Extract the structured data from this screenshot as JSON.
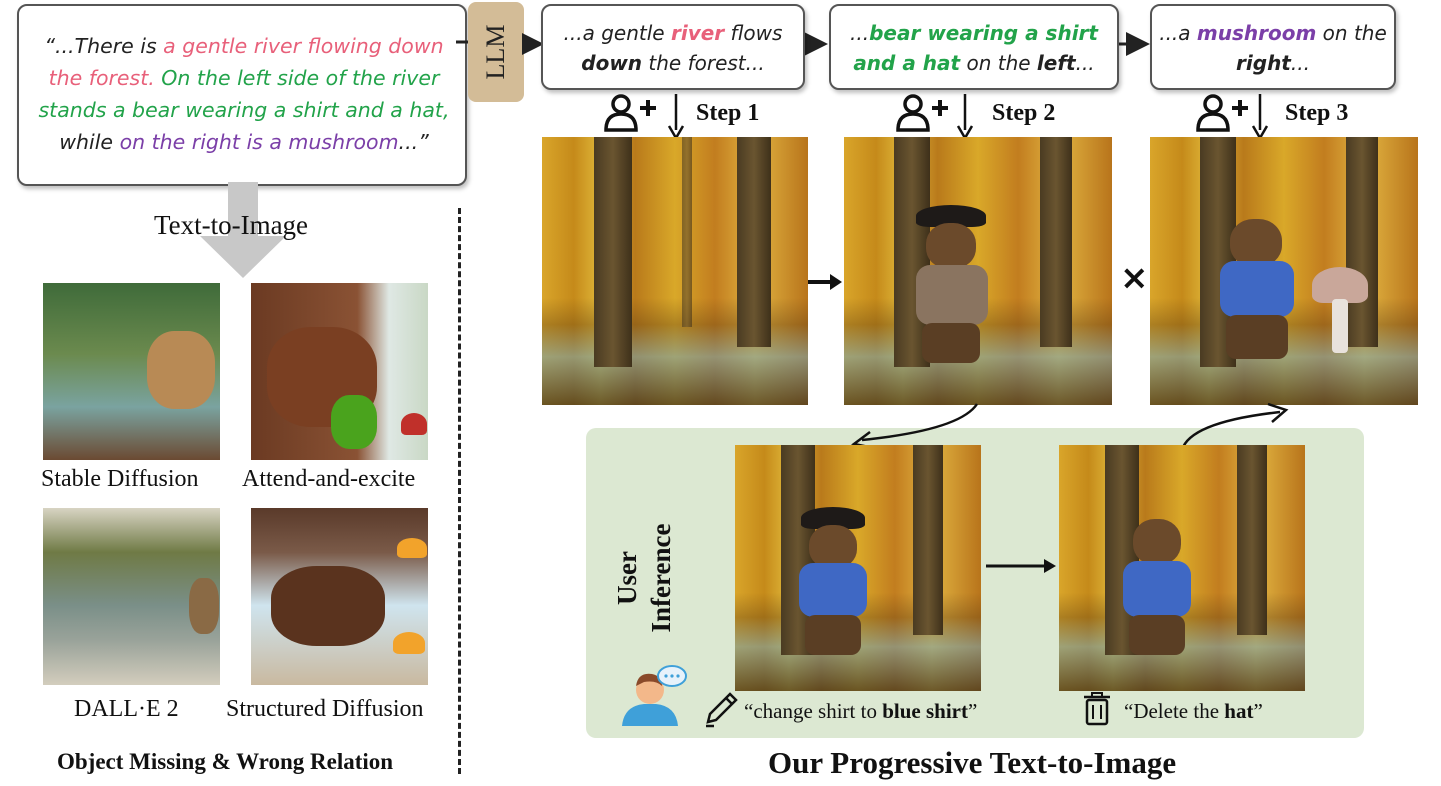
{
  "prompt": {
    "open_quote": "“...",
    "seg1": "There is ",
    "seg2": "a gentle river flowing down the forest. ",
    "seg3": "On the left side of the river stands a bear wearing a shirt and a hat,",
    "seg4": " while ",
    "seg5": "on the right is a mushroom",
    "close": "...”"
  },
  "llm_label": "LLM",
  "steps": [
    {
      "pre": "...a gentle ",
      "key1": "river",
      "mid": " flows ",
      "key2": "down",
      "post": " the forest...",
      "label": "Step 1"
    },
    {
      "pre": "...",
      "key1": "bear wearing a shirt and a hat",
      "mid": " on the ",
      "key2": "left",
      "post": "...",
      "label": "Step 2"
    },
    {
      "pre": "...a ",
      "key1": "mushroom",
      "mid": " on the ",
      "key2": "right",
      "post": "...",
      "label": "Step 3"
    }
  ],
  "text_to_image_label": "Text-to-Image",
  "baselines": [
    "Stable Diffusion",
    "Attend-and-excite",
    "DALL·E 2",
    "Structured Diffusion"
  ],
  "baseline_caption": "Object Missing & Wrong Relation",
  "main_caption": "Our Progressive Text-to-Image",
  "user_inference": {
    "line1": "User",
    "line2": "Inference"
  },
  "edit1": {
    "pre": "“change shirt to ",
    "bold": "blue shirt",
    "post": "”"
  },
  "edit2": {
    "pre": "“Delete the ",
    "bold": "hat",
    "post": "”"
  },
  "cross_mark": "×",
  "colors": {
    "red": "#e8607a",
    "green": "#22a34a",
    "purple": "#7b3fa8",
    "llm": "#d3bc97",
    "panel": "#dce8d2"
  }
}
